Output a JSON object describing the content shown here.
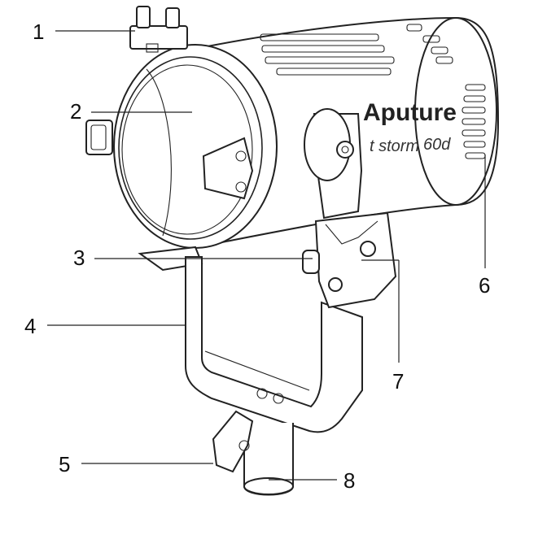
{
  "diagram": {
    "brand": {
      "logo_text": "Aputure",
      "series_text": "t storm",
      "model_text": "60d"
    },
    "callouts": [
      {
        "number": "1"
      },
      {
        "number": "2"
      },
      {
        "number": "3"
      },
      {
        "number": "4"
      },
      {
        "number": "5"
      },
      {
        "number": "6"
      },
      {
        "number": "7"
      },
      {
        "number": "8"
      }
    ]
  }
}
